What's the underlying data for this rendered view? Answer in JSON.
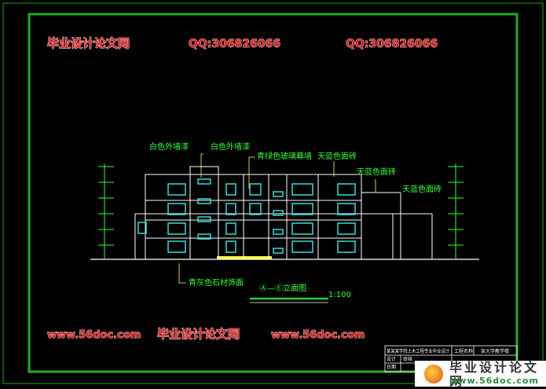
{
  "drawing": {
    "labels": {
      "white_wall_paint": "白色外墙漆",
      "glass_curtain_wall": "青绿色玻璃幕墙",
      "sky_blue_tile_1": "天蓝色面砖",
      "sky_blue_tile_2": "天蓝色面砖",
      "sky_blue_tile_3": "天蓝色面砖",
      "stone_facing": "青灰色石材饰面",
      "partial_left_label": "白色外墙漆"
    },
    "view_title": "Ⓐ—Ⓔ立面图",
    "scale": "1:100",
    "title_block": {
      "school_project": "某某某学院土木工程专业毕业设计",
      "project_name_label": "工程名称",
      "project_name": "某大学教学楼",
      "row1": "设计",
      "row2": "审核",
      "row3": "日期"
    }
  },
  "watermarks": {
    "site_name": "毕业设计论文网",
    "url": "www.56doc.com",
    "qq": "QQ:306826066"
  },
  "colors": {
    "frame": "#22aa22",
    "lines": "#ffffff",
    "windows": "#33dddd",
    "text": "#33ff33",
    "watermark": "#e02020"
  }
}
